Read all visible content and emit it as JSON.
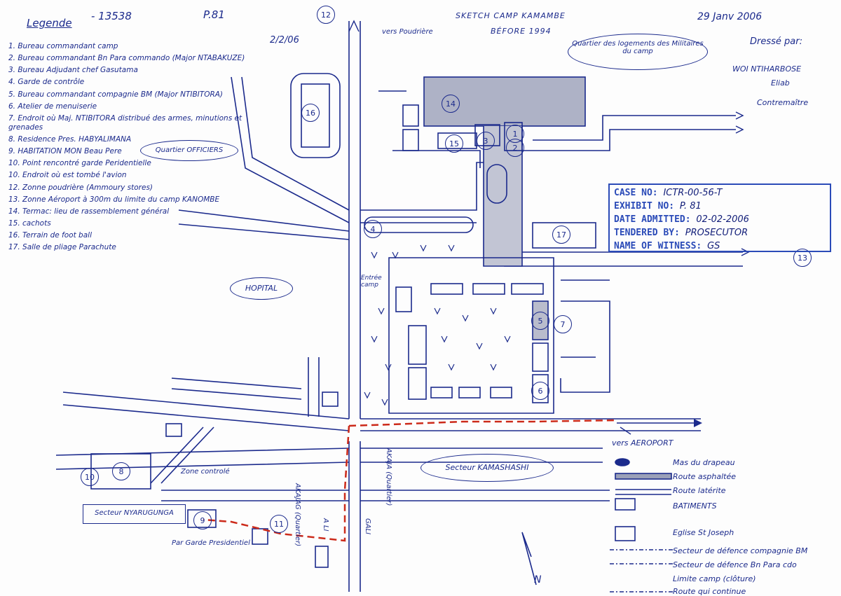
{
  "header": {
    "ref_number": "- 13538",
    "title_line1": "SKETCH CAMP KAMAMBE",
    "title_line2": "BÉFORE 1994",
    "date": "29 Janv 2006",
    "prepared_by_label": "Dressé par:",
    "prepared_by_name1": "WOI NTIHARBOSE",
    "prepared_by_name2": "Eliab",
    "prepared_by_role": "Contremaître",
    "initials_top": "P.81",
    "date_handwritten": "2/2/06"
  },
  "legend": {
    "title": "Legende",
    "items": [
      "1. Bureau commandant camp",
      "2. Bureau commandant Bn Para commando (Major NTABAKUZE)",
      "3. Bureau Adjudant chef Gasutama",
      "4. Garde de contrôle",
      "5. Bureau commandant compagnie BM (Major NTIBITORA)",
      "6. Atelier de menuiserie",
      "7. Endroit où Maj. NTIBITORA distribué des armes, minutions et grenades",
      "8. Residence Pres. HABYALIMANA",
      "9. HABITATION MON Beau Pere",
      "10. Point rencontré garde Peridentielle",
      "10. Endroit où est tombé l'avion",
      "12. Zonne poudrière (Ammoury stores)",
      "13. Zonne Aéroport à 300m du limite du camp KANOMBE",
      "14. Termac: lieu de rassemblement général",
      "15. cachots",
      "16. Terrain de foot ball",
      "17. Salle de pliage Parachute"
    ]
  },
  "stamp": {
    "case_label": "CASE NO:",
    "case_value": "ICTR-00-56-T",
    "exhibit_label": "EXHIBIT NO:",
    "exhibit_value": "P. 81",
    "date_label": "DATE ADMITTED:",
    "date_value": "02-02-2006",
    "tendered_label": "TENDERED BY:",
    "tendered_value": "PROSECUTOR",
    "witness_label": "NAME OF WITNESS:",
    "witness_value": "GS"
  },
  "labels": {
    "vers_poudriere": "vers Poudrière",
    "quartier_logements": "Quartier des logements des Militaires du camp",
    "quartier_officiers": "Quartier OFFICIERS",
    "hopital": "HOPITAL",
    "entree_camp": "Entrée camp",
    "zone_controlee": "Zone controlé",
    "secteur_kamashashi": "Secteur KAMASHASHI",
    "secteur_nyarugunga": "Secteur NYARUGUNGA",
    "garde_pres": "Par Garde Presidentiel",
    "vers_aeroport": "vers AEROPORT",
    "road_left": "AKAJAG (Quartier)",
    "road_right": "AKAJA (Quartier)",
    "kali_left": "A LI",
    "kali_right": "GALI",
    "north": "N",
    "num_12": "12",
    "num_13": "13",
    "num_14": "14",
    "num_16": "16",
    "num_17": "17",
    "num_15": "15",
    "num_10": "10",
    "num_8": "8",
    "num_9": "9",
    "num_11": "11",
    "num_5": "5",
    "num_6": "6",
    "num_7": "7",
    "num_4": "4",
    "num_1": "1",
    "num_2": "2",
    "num_3": "3"
  },
  "key": {
    "items": [
      "Mas du drapeau",
      "Route asphaltée",
      "Route latérite",
      "BATIMENTS",
      "Eglise St Joseph",
      "Secteur de défence compagnie BM",
      "Secteur de défence Bn Para cdo",
      "Limite camp (clôture)",
      "Route qui continue"
    ]
  },
  "colors": {
    "ink": "#1b2a8c",
    "stamp": "#2b4bb8",
    "red_route": "#cc2a1a",
    "shade": "#9aa0b8"
  }
}
